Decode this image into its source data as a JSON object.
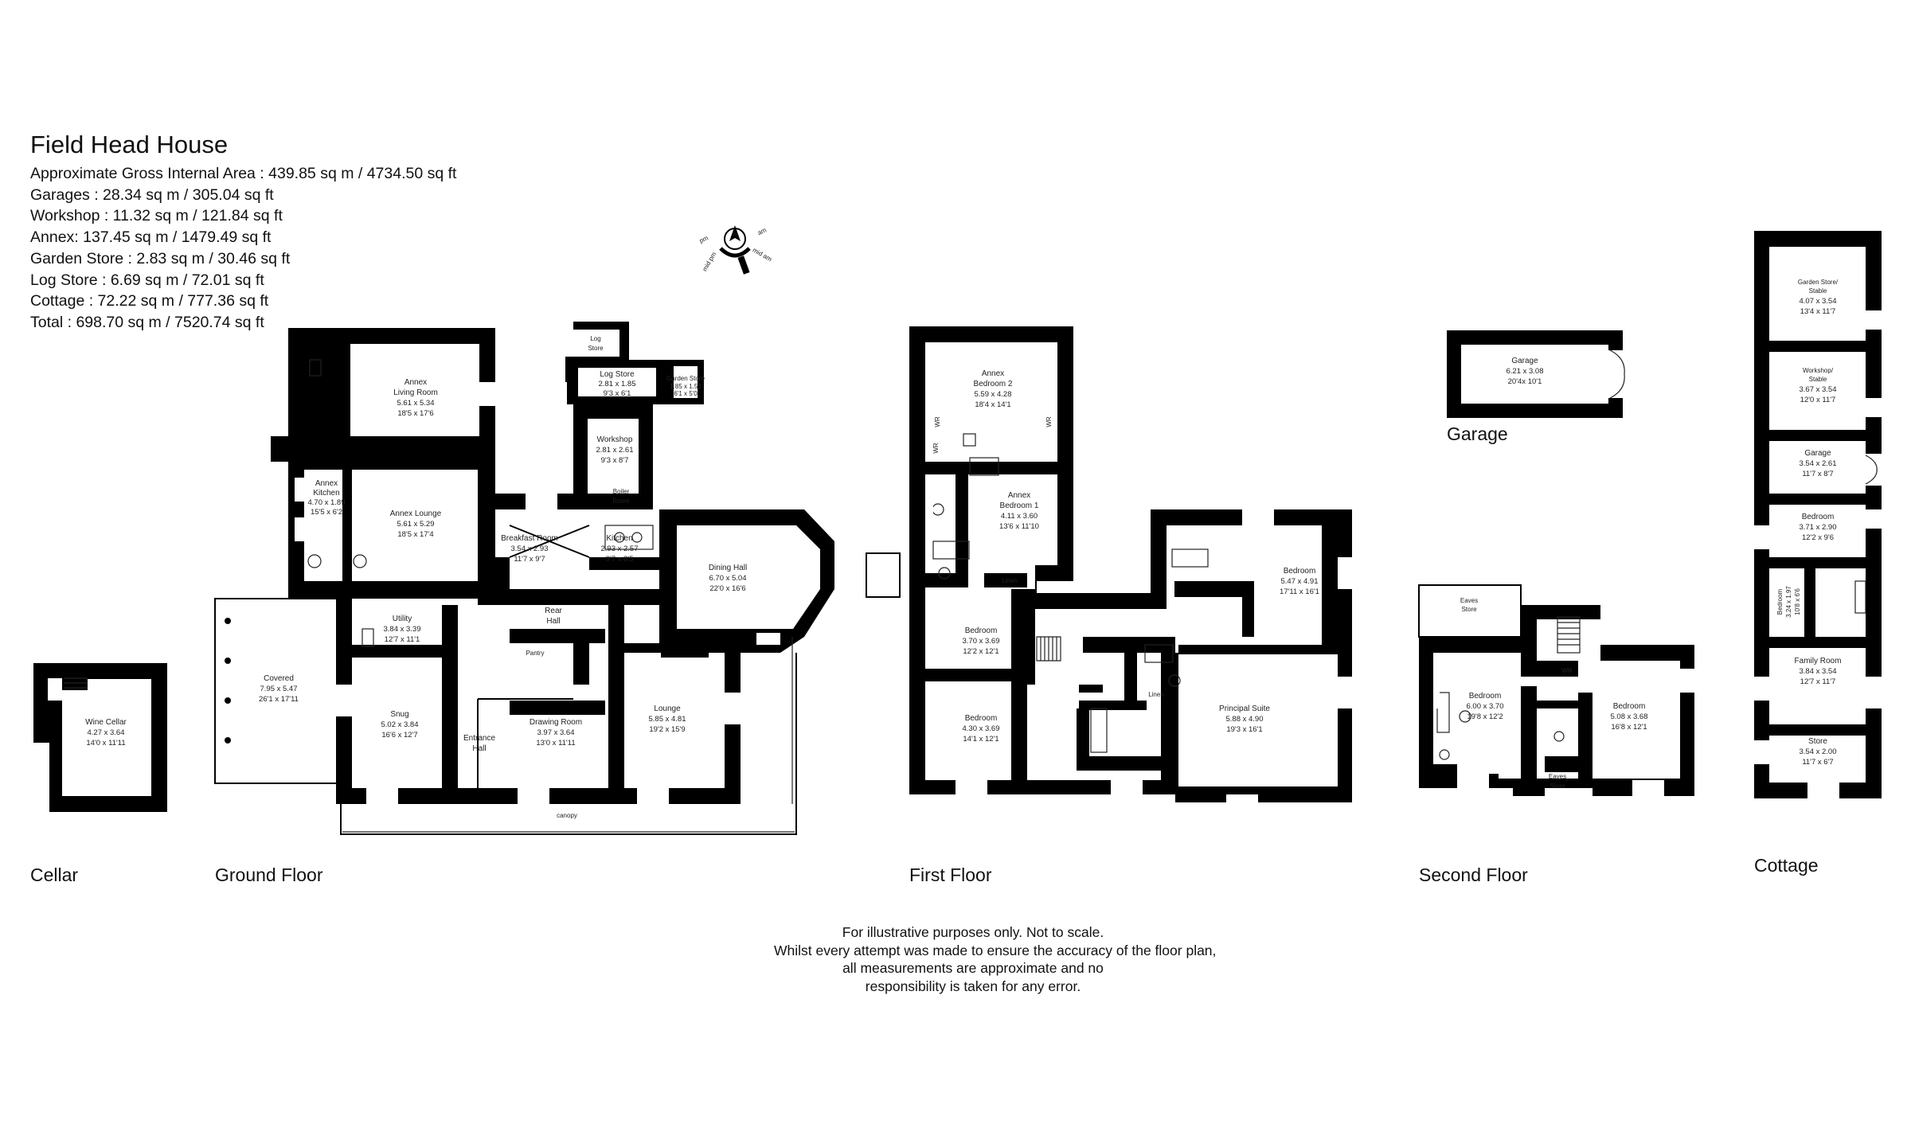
{
  "header": {
    "title": "Field Head House",
    "areas": [
      "Approximate Gross Internal Area : 439.85 sq m / 4734.50 sq ft",
      "Garages : 28.34 sq m / 305.04 sq ft",
      "Workshop : 11.32 sq m / 121.84 sq ft",
      "Annex: 137.45 sq m / 1479.49 sq ft",
      "Garden Store : 2.83 sq m / 30.46 sq ft",
      "Log Store : 6.69 sq m / 72.01 sq ft",
      "Cottage : 72.22 sq m / 777.36 sq ft",
      "Total : 698.70 sq m / 7520.74 sq ft"
    ]
  },
  "compass": {
    "north": "N",
    "labels": [
      "am",
      "mid am",
      "pm",
      "mid pm"
    ]
  },
  "floors": {
    "cellar": "Cellar",
    "ground": "Ground Floor",
    "first": "First Floor",
    "second": "Second Floor",
    "garage": "Garage",
    "cottage": "Cottage"
  },
  "disclaimer": [
    "For illustrative purposes only. Not to scale.",
    "Whilst every attempt was made to ensure the accuracy of the floor plan,",
    "all measurements are approximate and no",
    "responsibility is taken for any error."
  ],
  "rooms": {
    "wine_cellar": {
      "name": "Wine Cellar",
      "m": "4.27 x 3.64",
      "ft": "14'0 x 11'11"
    },
    "covered": {
      "name": "Covered",
      "m": "7.95 x 5.47",
      "ft": "26'1 x 17'11"
    },
    "annex_living": {
      "name1": "Annex",
      "name2": "Living Room",
      "m": "5.61 x 5.34",
      "ft": "18'5 x 17'6"
    },
    "annex_kitchen": {
      "name1": "Annex",
      "name2": "Kitchen",
      "m": "4.70 x 1.89",
      "ft": "15'5 x 6'2"
    },
    "annex_lounge": {
      "name": "Annex Lounge",
      "m": "5.61 x 5.29",
      "ft": "18'5 x 17'4"
    },
    "log_store_small": {
      "name1": "Log",
      "name2": "Store"
    },
    "log_store": {
      "name": "Log Store",
      "m": "2.81 x 1.85",
      "ft": "9'3 x 6'1"
    },
    "garden_store": {
      "name": "Garden Store",
      "m": "1.85 x 1.53",
      "ft": "6'1 x 5'0"
    },
    "workshop": {
      "name": "Workshop",
      "m": "2.81 x 2.61",
      "ft": "9'3 x 8'7"
    },
    "boiler": {
      "name1": "Boiler",
      "name2": "Room"
    },
    "breakfast": {
      "name": "Breakfast Room",
      "m": "3.54 x 2.93",
      "ft": "11'7 x 9'7"
    },
    "kitchen": {
      "name": "Kitchen",
      "m": "2.93 x 2.57",
      "ft": "9'7 x 8'5"
    },
    "dining": {
      "name": "Dining Hall",
      "m": "6.70 x 5.04",
      "ft": "22'0 x 16'6"
    },
    "utility": {
      "name": "Utility",
      "m": "3.84 x 3.39",
      "ft": "12'7 x 11'1"
    },
    "rear_hall": {
      "name1": "Rear",
      "name2": "Hall"
    },
    "pantry": {
      "name": "Pantry"
    },
    "snug": {
      "name": "Snug",
      "m": "5.02 x 3.84",
      "ft": "16'6 x 12'7"
    },
    "entrance": {
      "name1": "Entrance",
      "name2": "Hall"
    },
    "drawing": {
      "name": "Drawing Room",
      "m": "3.97 x 3.64",
      "ft": "13'0 x 11'11"
    },
    "lounge": {
      "name": "Lounge",
      "m": "5.85 x 4.81",
      "ft": "19'2 x 15'9"
    },
    "canopy": {
      "name": "canopy"
    },
    "annex_bed2": {
      "name1": "Annex",
      "name2": "Bedroom 2",
      "m": "5.59 x 4.28",
      "ft": "18'4 x 14'1"
    },
    "annex_bed1": {
      "name1": "Annex",
      "name2": "Bedroom 1",
      "m": "4.11 x 3.60",
      "ft": "13'6 x 11'10"
    },
    "wr": {
      "name": "WR"
    },
    "linen": {
      "name": "Linen"
    },
    "ff_bed_a": {
      "name": "Bedroom",
      "m": "3.70 x 3.69",
      "ft": "12'2 x 12'1"
    },
    "ff_bed_b": {
      "name": "Bedroom",
      "m": "4.30 x 3.69",
      "ft": "14'1 x 12'1"
    },
    "ff_bed_c": {
      "name": "Bedroom",
      "m": "5.47 x 4.91",
      "ft": "17'11 x 16'1"
    },
    "principal": {
      "name": "Principal Suite",
      "m": "5.88 x 4.90",
      "ft": "19'3 x 16'1"
    },
    "eaves": {
      "name1": "Eaves",
      "name2": "Store"
    },
    "sf_bed_a": {
      "name": "Bedroom",
      "m": "6.00 x 3.70",
      "ft": "19'8 x 12'2"
    },
    "sf_bed_b": {
      "name": "Bedroom",
      "m": "5.08 x 3.68",
      "ft": "16'8 x 12'1"
    },
    "garage_main": {
      "name": "Garage",
      "m": "6.21 x 3.08",
      "ft": "20'4x 10'1"
    },
    "cot_garden": {
      "name1": "Garden Store/",
      "name2": "Stable",
      "m": "4.07 x 3.54",
      "ft": "13'4 x 11'7"
    },
    "cot_workshop": {
      "name1": "Workshop/",
      "name2": "Stable",
      "m": "3.67 x 3.54",
      "ft": "12'0 x 11'7"
    },
    "cot_garage": {
      "name": "Garage",
      "m": "3.54 x 2.61",
      "ft": "11'7 x 8'7"
    },
    "cot_bed": {
      "name": "Bedroom",
      "m": "3.71 x 2.90",
      "ft": "12'2 x 9'6"
    },
    "cot_bed_small": {
      "name": "Bedroom",
      "m": "3.24 x 1.97",
      "ft": "10'8 x 6'6"
    },
    "cot_family": {
      "name": "Family Room",
      "m": "3.84 x 3.54",
      "ft": "12'7 x 11'7"
    },
    "cot_store": {
      "name": "Store",
      "m": "3.54 x 2.00",
      "ft": "11'7 x 6'7"
    }
  }
}
